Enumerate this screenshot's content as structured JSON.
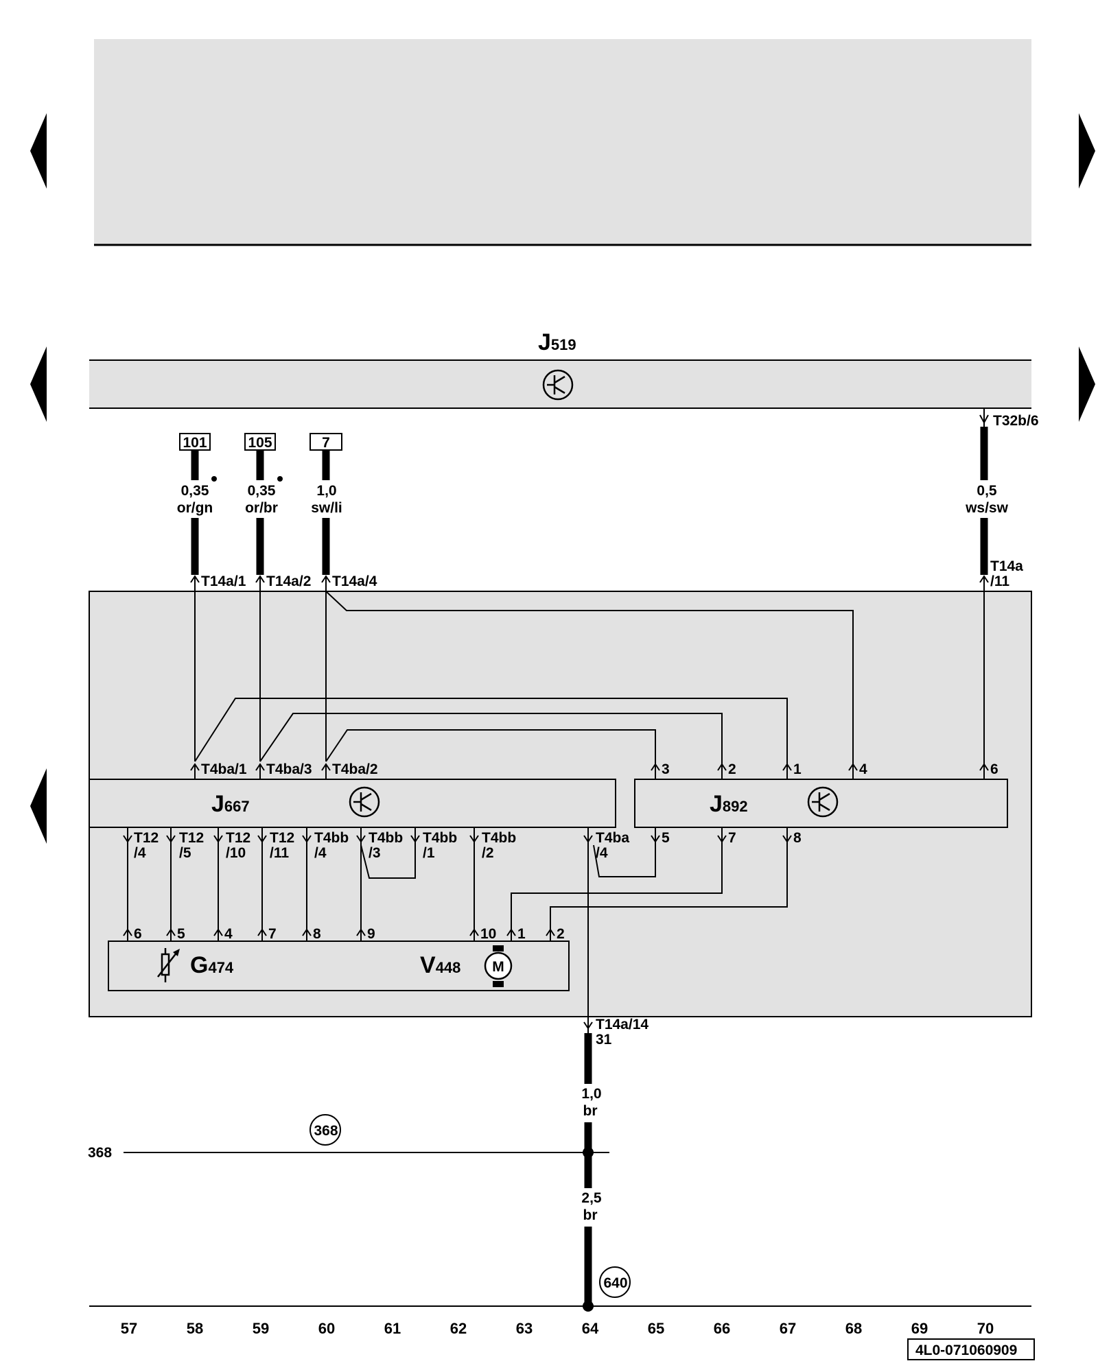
{
  "components": {
    "j519": {
      "letter": "J",
      "num": "519"
    },
    "j667": {
      "letter": "J",
      "num": "667"
    },
    "j892": {
      "letter": "J",
      "num": "892"
    },
    "g474": {
      "letter": "G",
      "num": "474"
    },
    "v448": {
      "letter": "V",
      "num": "448"
    },
    "motor": "M"
  },
  "refs": {
    "r101": "101",
    "r105": "105",
    "r7": "7"
  },
  "wires": {
    "w1_size": "0,35",
    "w1_color": "or/gn",
    "w2_size": "0,35",
    "w2_color": "or/br",
    "w3_size": "1,0",
    "w3_color": "sw/li",
    "w4_size": "0,5",
    "w4_color": "ws/sw",
    "w5_size": "1,0",
    "w5_color": "br",
    "w6_size": "2,5",
    "w6_color": "br"
  },
  "connectors": {
    "t32b6": "T32b/6",
    "t14a1": "T14a/1",
    "t14a2": "T14a/2",
    "t14a4": "T14a/4",
    "t14a11_a": "T14a",
    "t14a11_b": "/11",
    "t4ba1": "T4ba/1",
    "t4ba3": "T4ba/3",
    "t4ba2": "T4ba/2",
    "j892_p3": "3",
    "j892_p2": "2",
    "j892_p1": "1",
    "j892_p4": "4",
    "j892_p6": "6",
    "t12_4a": "T12",
    "t12_4b": "/4",
    "t12_5a": "T12",
    "t12_5b": "/5",
    "t12_10a": "T12",
    "t12_10b": "/10",
    "t12_11a": "T12",
    "t12_11b": "/11",
    "t4bb4a": "T4bb",
    "t4bb4b": "/4",
    "t4bb3a": "T4bb",
    "t4bb3b": "/3",
    "t4bb1a": "T4bb",
    "t4bb1b": "/1",
    "t4bb2a": "T4bb",
    "t4bb2b": "/2",
    "t4ba4a": "T4ba",
    "t4ba4b": "/4",
    "j892_p5": "5",
    "j892_p7": "7",
    "j892_p8": "8",
    "g_p6": "6",
    "g_p5": "5",
    "g_p4": "4",
    "g_p7": "7",
    "g_p8": "8",
    "g_p9": "9",
    "v_p10": "10",
    "v_p1": "1",
    "v_p2": "2",
    "t14a14": "T14a/14",
    "term31": "31"
  },
  "ground": {
    "line_label": "368",
    "circle_368": "368",
    "circle_640": "640"
  },
  "columns": [
    "57",
    "58",
    "59",
    "60",
    "61",
    "62",
    "63",
    "64",
    "65",
    "66",
    "67",
    "68",
    "69",
    "70"
  ],
  "footer_code": "4L0-071060909"
}
